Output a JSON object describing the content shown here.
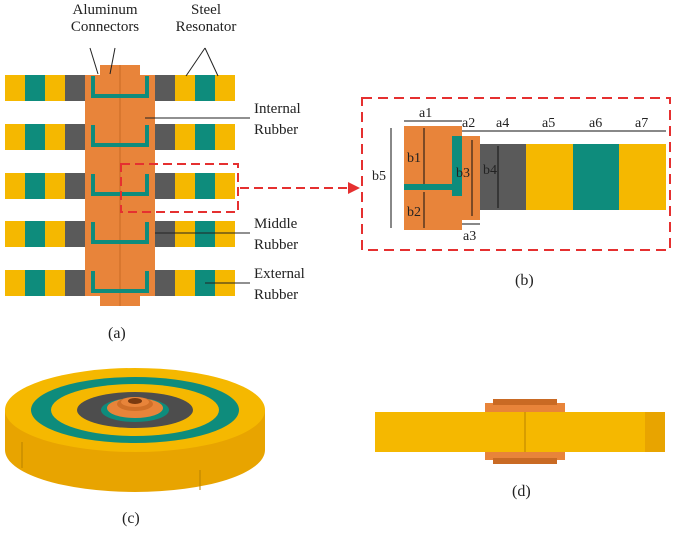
{
  "colors": {
    "aluminum": "#E8843A",
    "aluminum_dark": "#C96A24",
    "steel": "#F5B800",
    "steel_side": "#E8A400",
    "rubber_green": "#0E8C7C",
    "rubber_gray": "#5A5A5A",
    "callout": "#E53030"
  },
  "labels": {
    "aluminum_l1": "Aluminum",
    "aluminum_l2": "Connectors",
    "steel_l1": "Steel",
    "steel_l2": "Resonator",
    "internal_l1": "Internal",
    "internal_l2": "Rubber",
    "middle_l1": "Middle",
    "middle_l2": "Rubber",
    "external_l1": "External",
    "external_l2": "Rubber"
  },
  "dimensions": {
    "a1": "a1",
    "a2": "a2",
    "a3": "a3",
    "a4": "a4",
    "a5": "a5",
    "a6": "a6",
    "a7": "a7",
    "b1": "b1",
    "b2": "b2",
    "b3": "b3",
    "b4": "b4",
    "b5": "b5"
  },
  "subfigures": {
    "a": "(a)",
    "b": "(b)",
    "c": "(c)",
    "d": "(d)"
  }
}
